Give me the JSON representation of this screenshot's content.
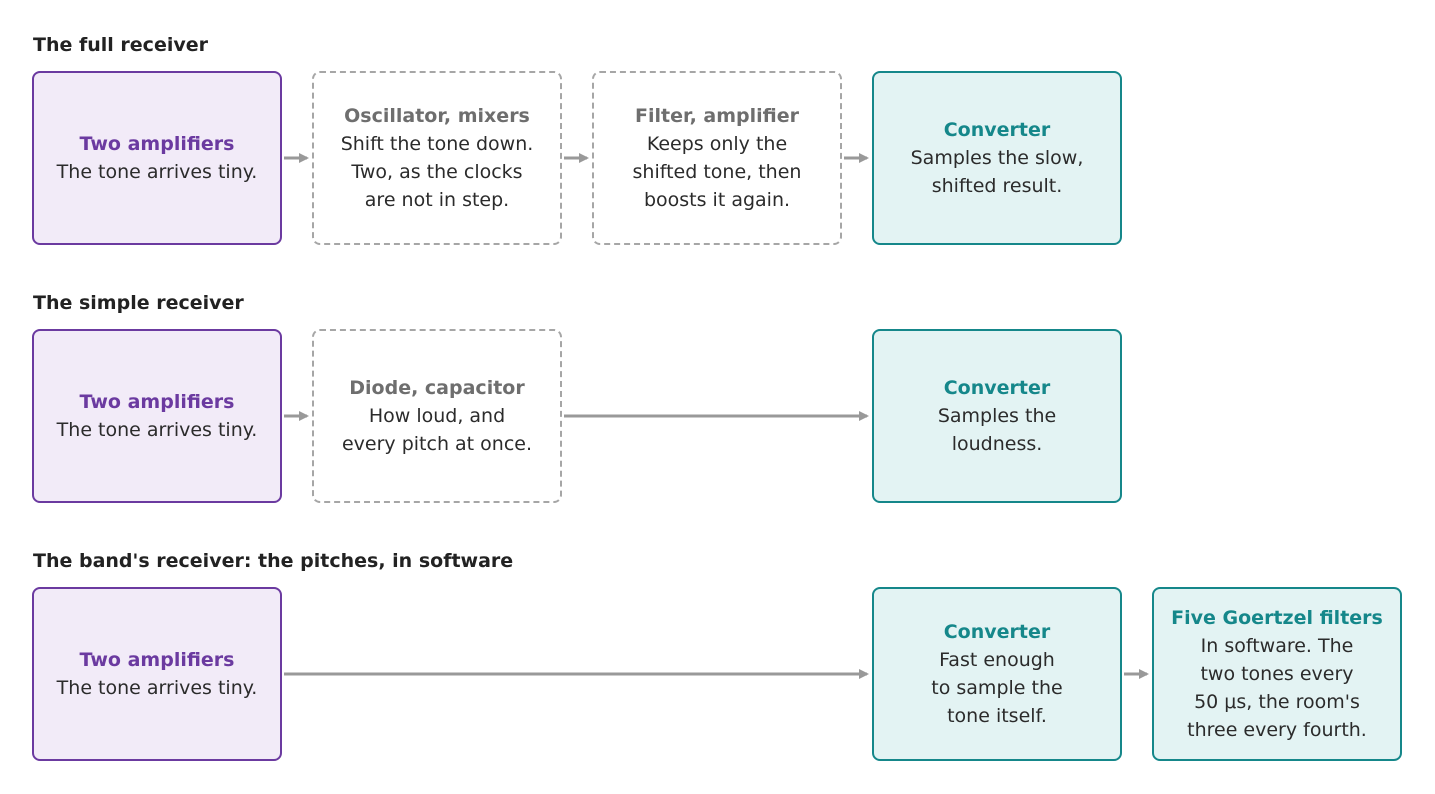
{
  "rows": [
    {
      "title": "The full receiver",
      "boxes": [
        {
          "title": "Two amplifiers",
          "desc": "The tone arrives tiny."
        },
        {
          "title": "Oscillator, mixers",
          "desc": "Shift the tone down.\nTwo, as the clocks\nare not in step."
        },
        {
          "title": "Filter, amplifier",
          "desc": "Keeps only the\nshifted tone, then\nboosts it again."
        },
        {
          "title": "Converter",
          "desc": "Samples the slow,\nshifted result."
        }
      ]
    },
    {
      "title": "The simple receiver",
      "boxes": [
        {
          "title": "Two amplifiers",
          "desc": "The tone arrives tiny."
        },
        {
          "title": "Diode, capacitor",
          "desc": "How loud, and\nevery pitch at once."
        },
        {
          "title": "Converter",
          "desc": "Samples the\nloudness."
        }
      ]
    },
    {
      "title": "The band's receiver: the pitches, in software",
      "boxes": [
        {
          "title": "Two amplifiers",
          "desc": "The tone arrives tiny."
        },
        {
          "title": "Converter",
          "desc": "Fast enough\nto sample the\ntone itself."
        },
        {
          "title": "Five Goertzel filters",
          "desc": "In software. The\ntwo tones every\n50 μs, the room's\nthree every fourth."
        }
      ]
    }
  ]
}
